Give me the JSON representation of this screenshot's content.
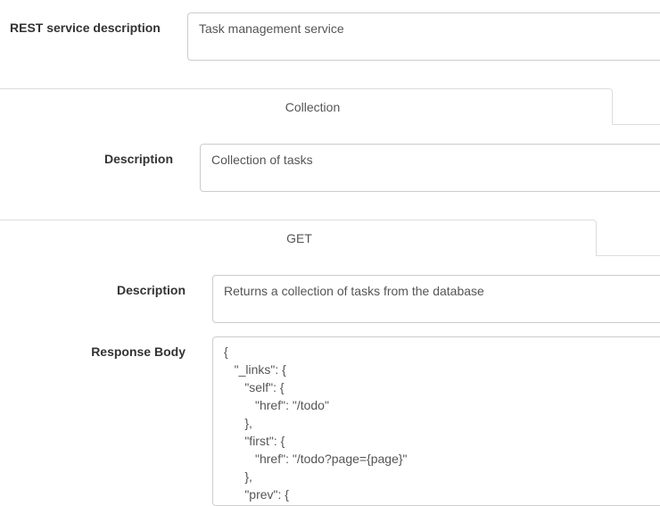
{
  "service": {
    "label": "REST service description",
    "value": "Task management service"
  },
  "resource_tab": {
    "label": "Collection"
  },
  "resource": {
    "description_label": "Description",
    "description_value": "Collection of tasks"
  },
  "method_tab": {
    "label": "GET"
  },
  "method": {
    "description_label": "Description",
    "description_value": "Returns a collection of tasks from the database",
    "response_body_label": "Response Body",
    "response_body_lines": [
      "{",
      "   \"_links\": {",
      "      \"self\": {",
      "         \"href\": \"/todo\"",
      "      },",
      "      \"first\": {",
      "         \"href\": \"/todo?page={page}\"",
      "      },",
      "      \"prev\": {"
    ]
  }
}
